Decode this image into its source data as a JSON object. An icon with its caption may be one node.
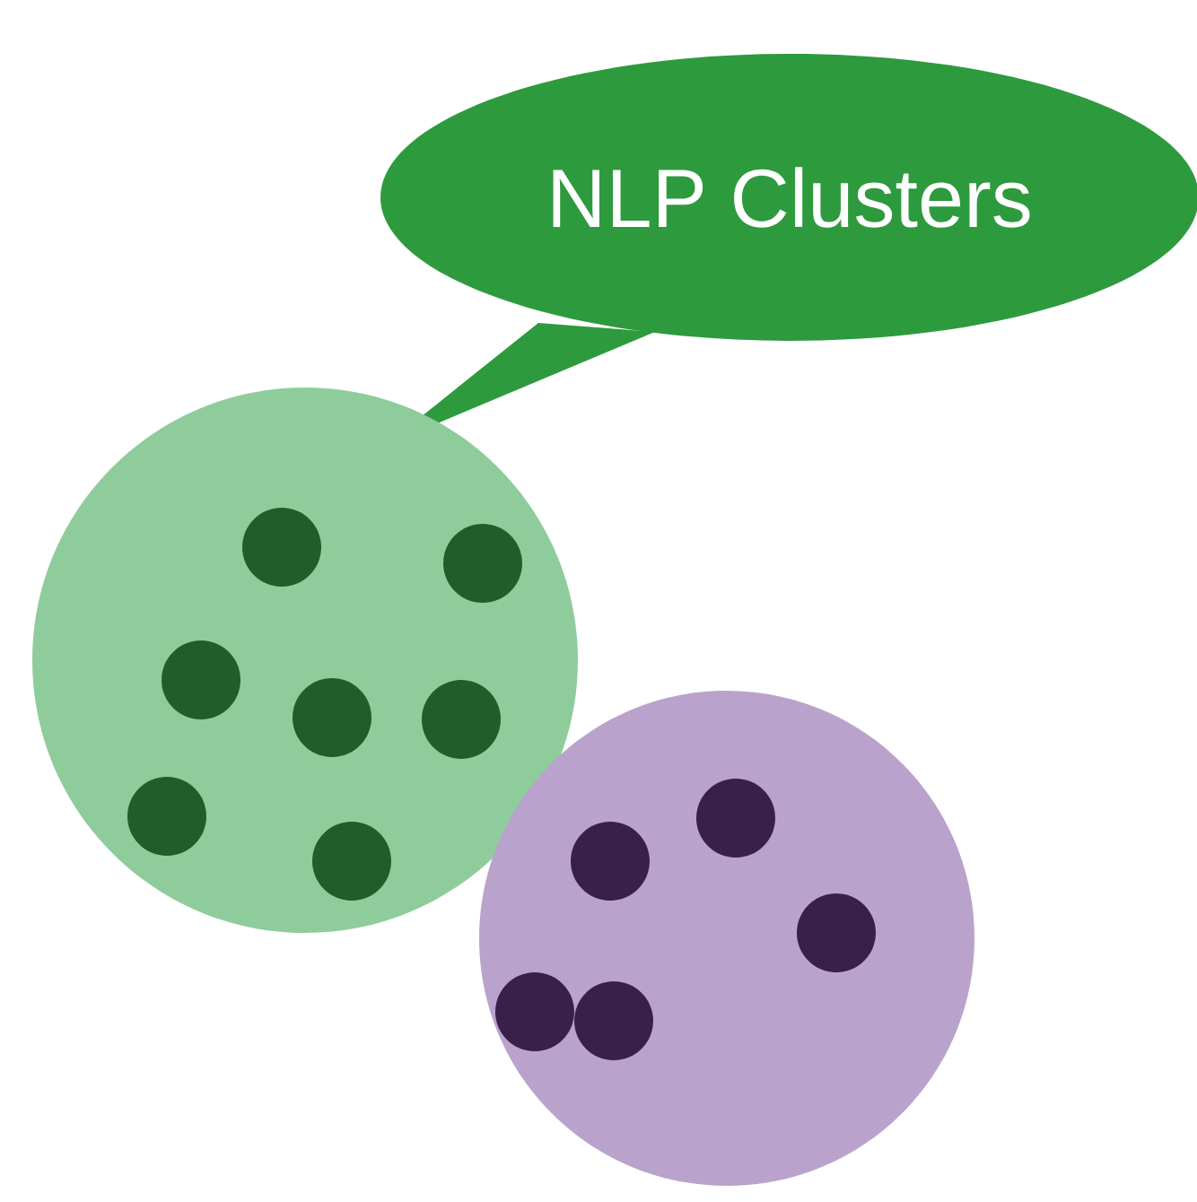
{
  "diagram": {
    "nodes": [
      {
        "text": [
          "NLP Clusters"
        ]
      },
      {
        "text": [],
        "shape": "circle"
      },
      {
        "text": [],
        "shape": "circle"
      },
      {
        "text": [],
        "shape": "circle",
        "in": 1
      },
      {
        "text": [],
        "shape": "circle",
        "in": 1
      },
      {
        "text": [],
        "shape": "circle",
        "in": 1
      },
      {
        "text": [],
        "shape": "circle",
        "in": 1
      },
      {
        "text": [],
        "shape": "circle",
        "in": 1
      },
      {
        "text": [],
        "shape": "circle",
        "in": 1
      },
      {
        "text": [],
        "shape": "circle",
        "in": 1
      },
      {
        "text": [],
        "shape": "circle",
        "in": 2
      },
      {
        "text": [],
        "shape": "circle",
        "in": 2
      },
      {
        "text": [],
        "shape": "circle",
        "in": 2
      },
      {
        "text": [],
        "shape": "circle",
        "in": 2
      },
      {
        "text": [],
        "shape": "circle",
        "in": 2
      }
    ]
  }
}
